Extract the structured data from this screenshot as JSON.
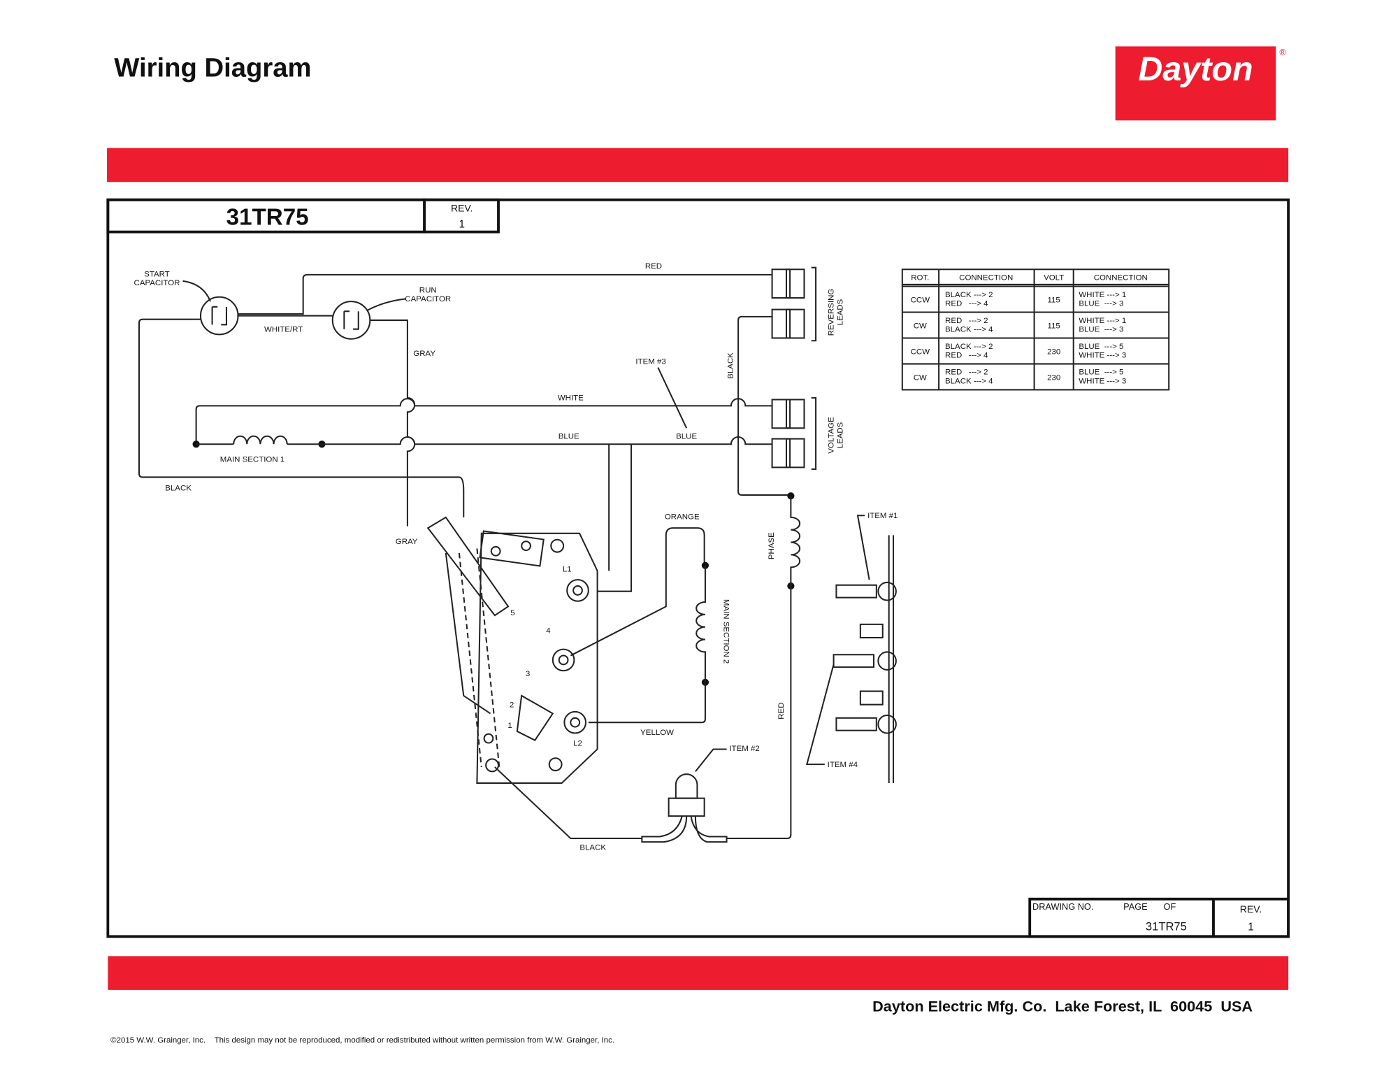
{
  "header": {
    "title": "Wiring Diagram",
    "logo": "Dayton",
    "logo_mark": "®"
  },
  "colors": {
    "brand_red": "#ed1c2e",
    "ink": "#111111"
  },
  "drawing": {
    "number": "31TR75",
    "rev_label": "REV.",
    "rev": "1"
  },
  "table": {
    "headers": [
      "ROT.",
      "CONNECTION",
      "VOLT",
      "CONNECTION"
    ],
    "rows": [
      {
        "rot": "CCW",
        "conn1a": "BLACK ---> 2",
        "conn1b": "RED   ---> 4",
        "volt": "115",
        "conn2a": "WHITE ---> 1",
        "conn2b": "BLUE  ---> 3"
      },
      {
        "rot": "CW",
        "conn1a": "RED   ---> 2",
        "conn1b": "BLACK ---> 4",
        "volt": "115",
        "conn2a": "WHITE ---> 1",
        "conn2b": "BLUE  ---> 3"
      },
      {
        "rot": "CCW",
        "conn1a": "BLACK ---> 2",
        "conn1b": "RED   ---> 4",
        "volt": "230",
        "conn2a": "BLUE  ---> 5",
        "conn2b": "WHITE ---> 3"
      },
      {
        "rot": "CW",
        "conn1a": "RED   ---> 2",
        "conn1b": "BLACK ---> 4",
        "volt": "230",
        "conn2a": "BLUE  ---> 5",
        "conn2b": "WHITE ---> 3"
      }
    ]
  },
  "labels": {
    "start_cap_1": "START",
    "start_cap_2": "CAPACITOR",
    "run_cap_1": "RUN",
    "run_cap_2": "CAPACITOR",
    "white_rt": "WHITE/RT",
    "red_top": "RED",
    "gray": "GRAY",
    "gray2": "GRAY",
    "white": "WHITE",
    "blue1": "BLUE",
    "blue2": "BLUE",
    "black_left": "BLACK",
    "black_vert": "BLACK",
    "main1": "MAIN SECTION 1",
    "main2": "MAIN SECTION 2",
    "orange": "ORANGE",
    "yellow": "YELLOW",
    "phase": "PHASE",
    "red_vert": "RED",
    "black_bottom": "BLACK",
    "item1": "ITEM #1",
    "item2": "ITEM #2",
    "item3": "ITEM #3",
    "item4": "ITEM #4",
    "reversing": "REVERSING",
    "reversing2": "LEADS",
    "voltage": "VOLTAGE",
    "voltage2": "LEADS",
    "l1": "L1",
    "l2": "L2",
    "t1": "1",
    "t2": "2",
    "t3": "3",
    "t4": "4",
    "t5": "5"
  },
  "title_block": {
    "drawing_no": "DRAWING NO.",
    "page": "PAGE",
    "of": "OF",
    "number": "31TR75",
    "rev_label": "REV.",
    "rev": "1"
  },
  "footer": {
    "company": "Dayton Electric Mfg. Co.  Lake Forest, IL  60045  USA",
    "copyright": "©2015 W.W. Grainger, Inc.    This design may not be reproduced, modified or redistributed without written permission from W.W. Grainger, Inc."
  }
}
